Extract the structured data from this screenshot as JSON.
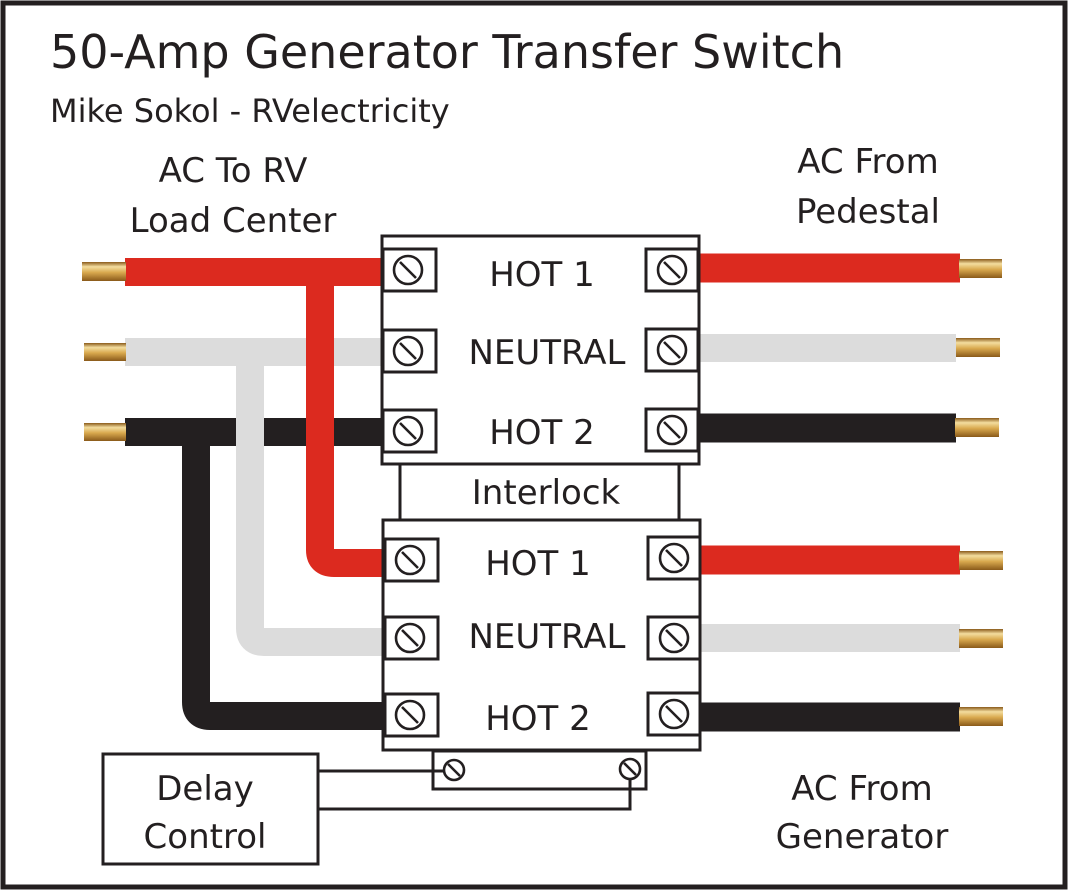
{
  "title": "50-Amp Generator Transfer Switch",
  "subtitle": "Mike Sokol - RVelectricity",
  "labels": {
    "to_rv_line1": "AC To RV",
    "to_rv_line2": "Load Center",
    "from_pedestal_line1": "AC From",
    "from_pedestal_line2": "Pedestal",
    "from_generator_line1": "AC From",
    "from_generator_line2": "Generator",
    "interlock": "Interlock",
    "delay_line1": "Delay",
    "delay_line2": "Control"
  },
  "upper_switch": {
    "terminals": [
      "HOT 1",
      "NEUTRAL",
      "HOT 2"
    ]
  },
  "lower_switch": {
    "terminals": [
      "HOT 1",
      "NEUTRAL",
      "HOT 2"
    ]
  },
  "colors": {
    "hot1": "#dc2a1f",
    "neutral": "#dcdcdc",
    "hot2": "#231f20",
    "brass_light": "#f1d998",
    "brass_dark": "#9a6a22",
    "outline": "#231f20"
  }
}
